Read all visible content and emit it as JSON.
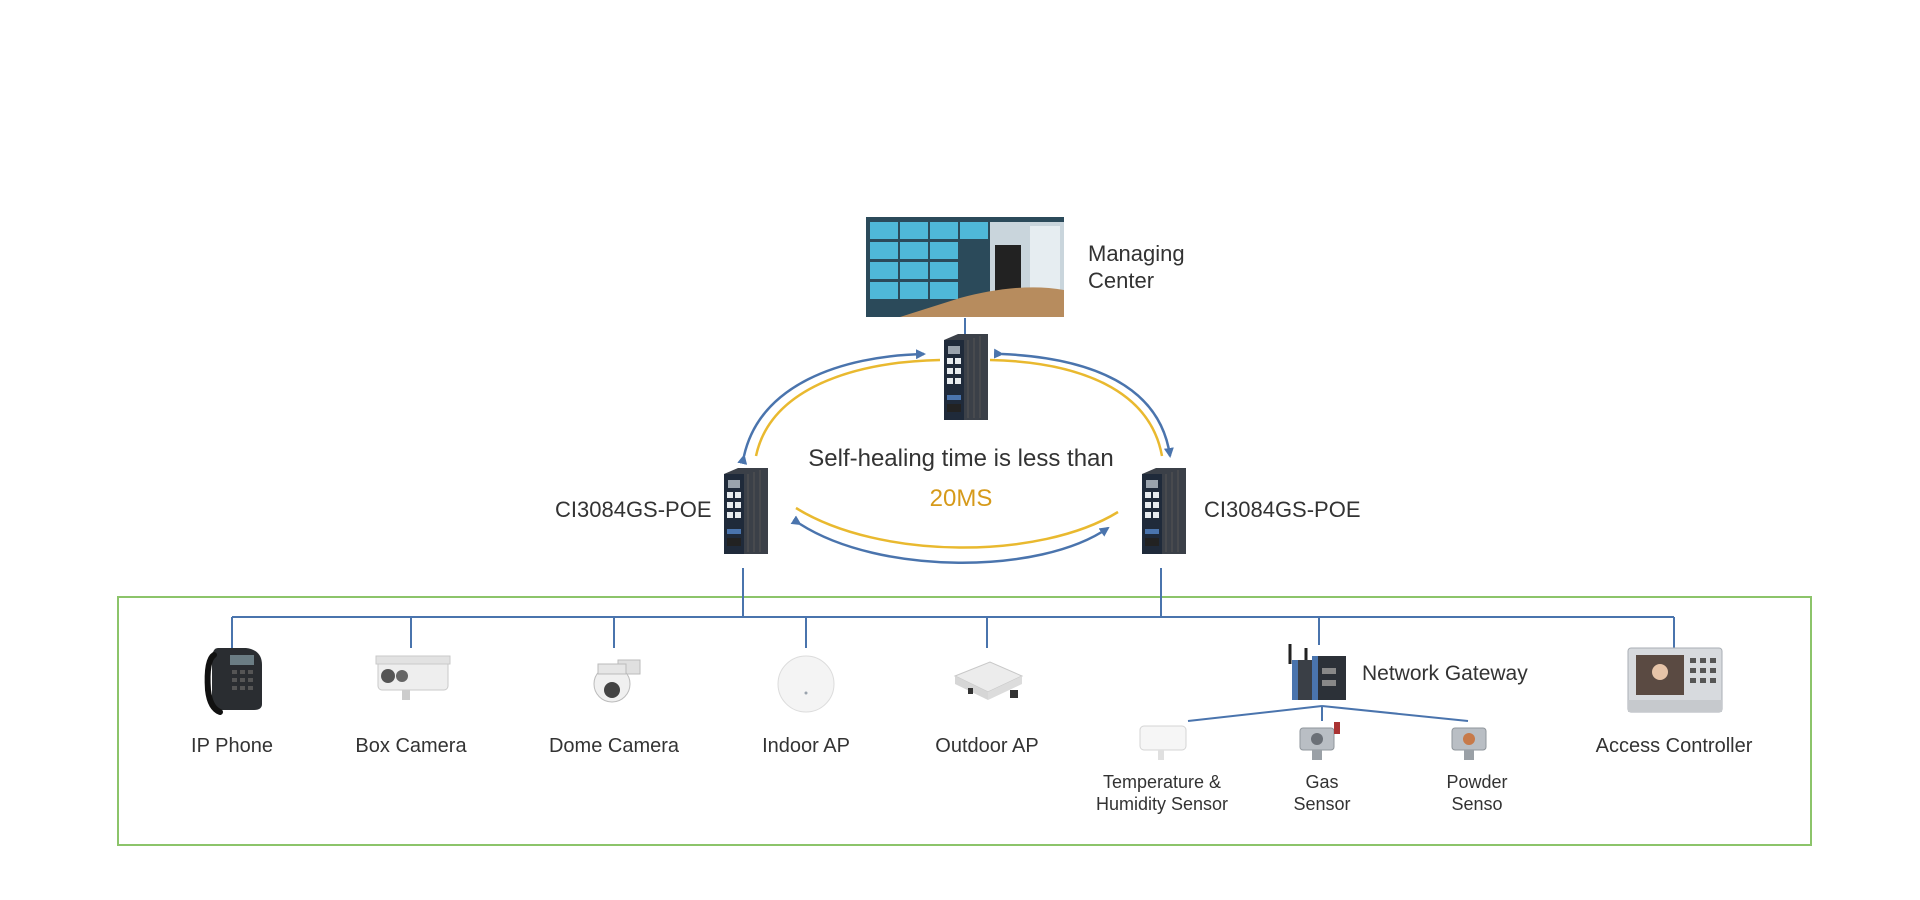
{
  "colors": {
    "ring_blue": "#4a74ad",
    "ring_yellow": "#e9b92f",
    "wire_blue": "#4a74ad",
    "frame_green": "#8cc46a",
    "highlight": "#d69a1a"
  },
  "managing_center": {
    "label_line1": "Managing",
    "label_line2": "Center",
    "icon": "video-wall-icon"
  },
  "ring": {
    "text": "Self-healing time is less than",
    "value": "20MS"
  },
  "switches": {
    "left_label": "CI3084GS-POE",
    "right_label": "CI3084GS-POE",
    "icon": "industrial-switch-icon"
  },
  "devices": [
    {
      "label": "IP Phone",
      "icon": "ip-phone-icon"
    },
    {
      "label": "Box Camera",
      "icon": "box-camera-icon"
    },
    {
      "label": "Dome Camera",
      "icon": "dome-camera-icon"
    },
    {
      "label": "Indoor AP",
      "icon": "indoor-ap-icon"
    },
    {
      "label": "Outdoor AP",
      "icon": "outdoor-ap-icon"
    },
    {
      "label": "Access Controller",
      "icon": "access-controller-icon"
    }
  ],
  "gateway": {
    "label": "Network Gateway",
    "icon": "network-gateway-icon"
  },
  "sensors": [
    {
      "line1": "Temperature &",
      "line2": "Humidity Sensor",
      "icon": "temperature-sensor-icon"
    },
    {
      "line1": "Gas",
      "line2": "Sensor",
      "icon": "gas-sensor-icon"
    },
    {
      "line1": "Powder",
      "line2": "Senso",
      "icon": "powder-sensor-icon"
    }
  ]
}
